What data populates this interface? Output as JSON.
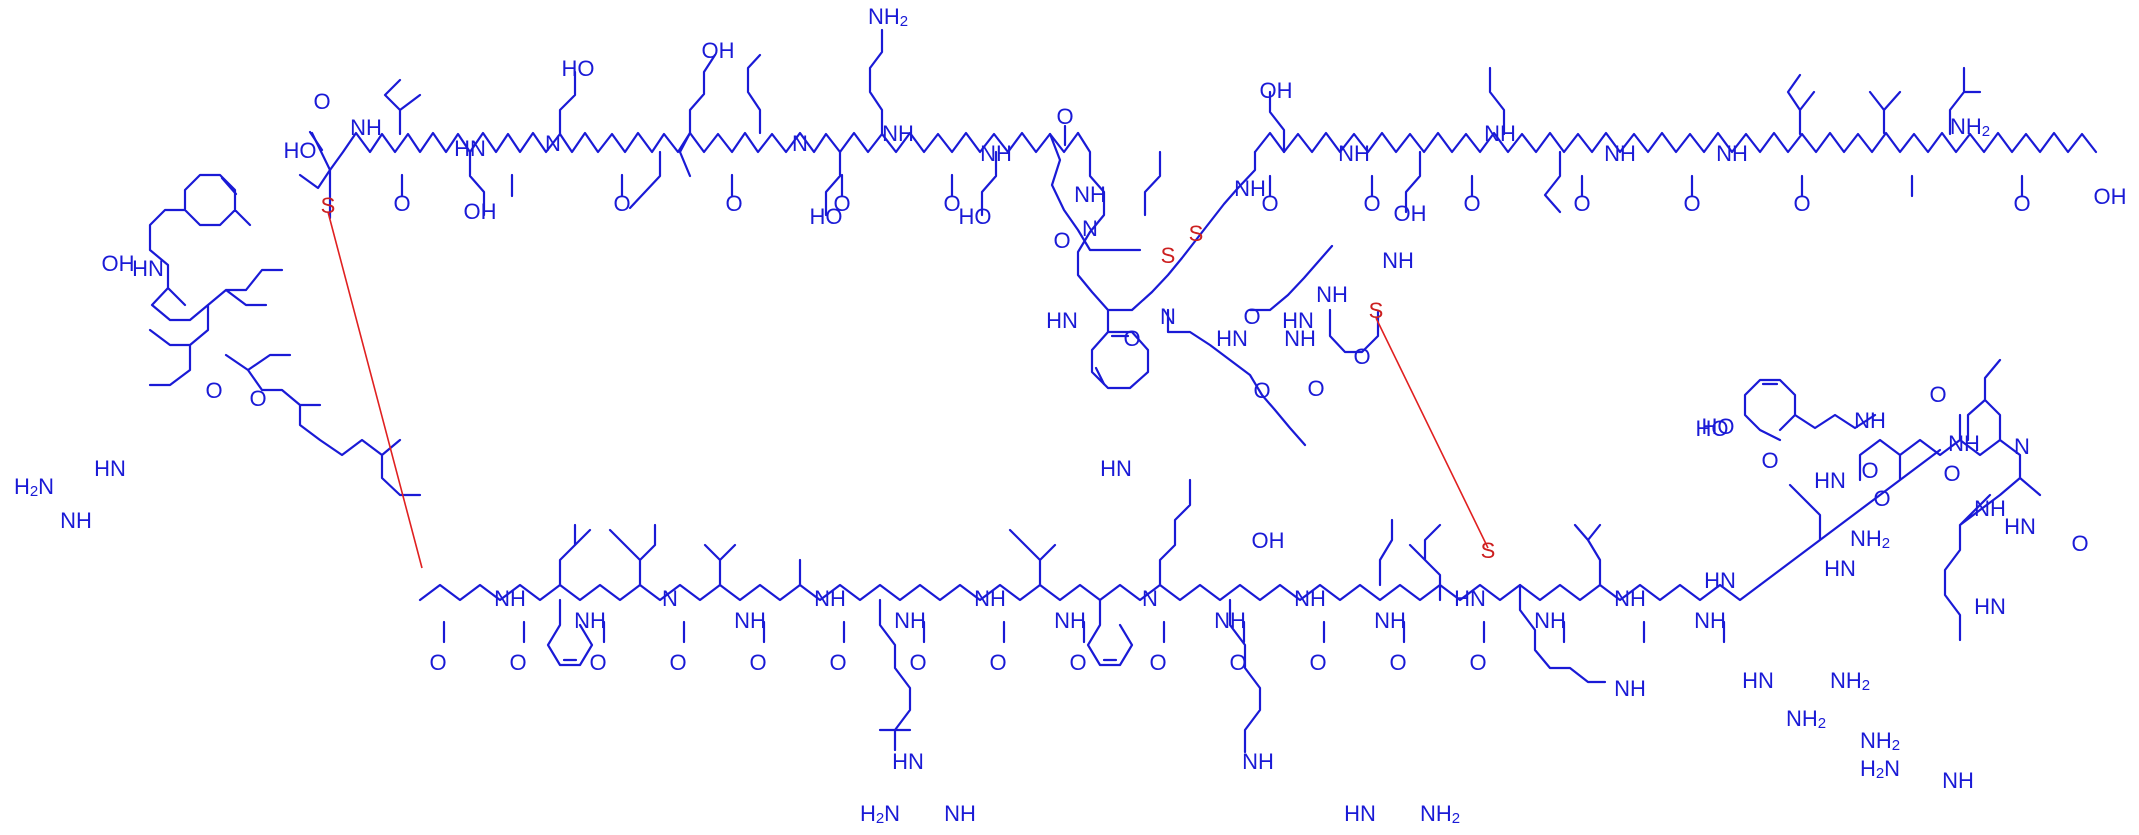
{
  "colors": {
    "bond": "#1a1ad6",
    "link": "#e02020",
    "sulfur": "#cc1f1f",
    "background": "#ffffff"
  },
  "labels": {
    "l1": "HO",
    "l2": "O",
    "l3": "NH",
    "l4": "O",
    "l5": "OH",
    "l6": "N",
    "l7": "HN",
    "l8": "HO",
    "l9": "O",
    "l10": "OH",
    "l11": "O",
    "l12": "N",
    "l13": "HO",
    "l14": "NH2",
    "l15": "NH",
    "l16": "O",
    "l17": "NH",
    "l18": "O",
    "l19": "HO",
    "l20": "O",
    "l21": "NH",
    "l22": "O",
    "l23": "S",
    "l24": "S",
    "l25": "OH",
    "l26": "O",
    "l27": "NH",
    "l28": "O",
    "l29": "OH",
    "l30": "NH",
    "l31": "O",
    "l32": "NH",
    "l33": "O",
    "l34": "NH",
    "l35": "O",
    "l36": "NH",
    "l37": "O",
    "l38": "NH2",
    "l39": "O",
    "l40": "OH",
    "l41": "N",
    "l42": "O",
    "l43": "OH",
    "l44": "O",
    "l45": "HN",
    "l46": "O",
    "l47": "S",
    "l48": "HN",
    "l49": "N",
    "l50": "HN",
    "l51": "S",
    "l52": "HO",
    "l53": "HN",
    "l54": "O",
    "l55": "NH",
    "l56": "O",
    "l57": "O",
    "l58": "NH",
    "l59": "HN",
    "l60": "H2N",
    "l61": "NH",
    "l62": "O",
    "l63": "NH",
    "l64": "HN",
    "l65": "O",
    "l66": "O",
    "l67": "HN",
    "l68": "HO",
    "l69": "NH",
    "l70": "O",
    "l71": "NH2",
    "l72": "HN",
    "l73": "N",
    "l74": "NH",
    "l75": "O",
    "l76": "HN",
    "l77": "O",
    "l78": "HN",
    "l79": "O",
    "l80": "S",
    "l81": "NH",
    "l82": "O",
    "l83": "NH",
    "l84": "O",
    "l85": "N",
    "l86": "O",
    "l87": "O",
    "l88": "NH",
    "l89": "O",
    "l90": "NH",
    "l91": "OH",
    "l92": "NH",
    "l93": "O",
    "l94": "O",
    "l95": "NH",
    "l96": "O",
    "l97": "NH",
    "l98": "N",
    "l99": "O",
    "l100": "NH",
    "l101": "NH",
    "l102": "O",
    "l103": "O",
    "l104": "NH",
    "l105": "HN",
    "l106": "NH",
    "l107": "O",
    "l108": "O",
    "l109": "NH",
    "l110": "NH",
    "l111": "O",
    "l112": "NH",
    "l113": "H2N",
    "l114": "NH2",
    "l115": "NH",
    "l116": "HN",
    "l117": "NH",
    "l118": "HN",
    "l119": "HN",
    "l120": "NH2",
    "l121": "NH2",
    "l122": "H2N",
    "l123": "NH",
    "l124": "NH2",
    "l125": "NH",
    "l126": "HN"
  }
}
